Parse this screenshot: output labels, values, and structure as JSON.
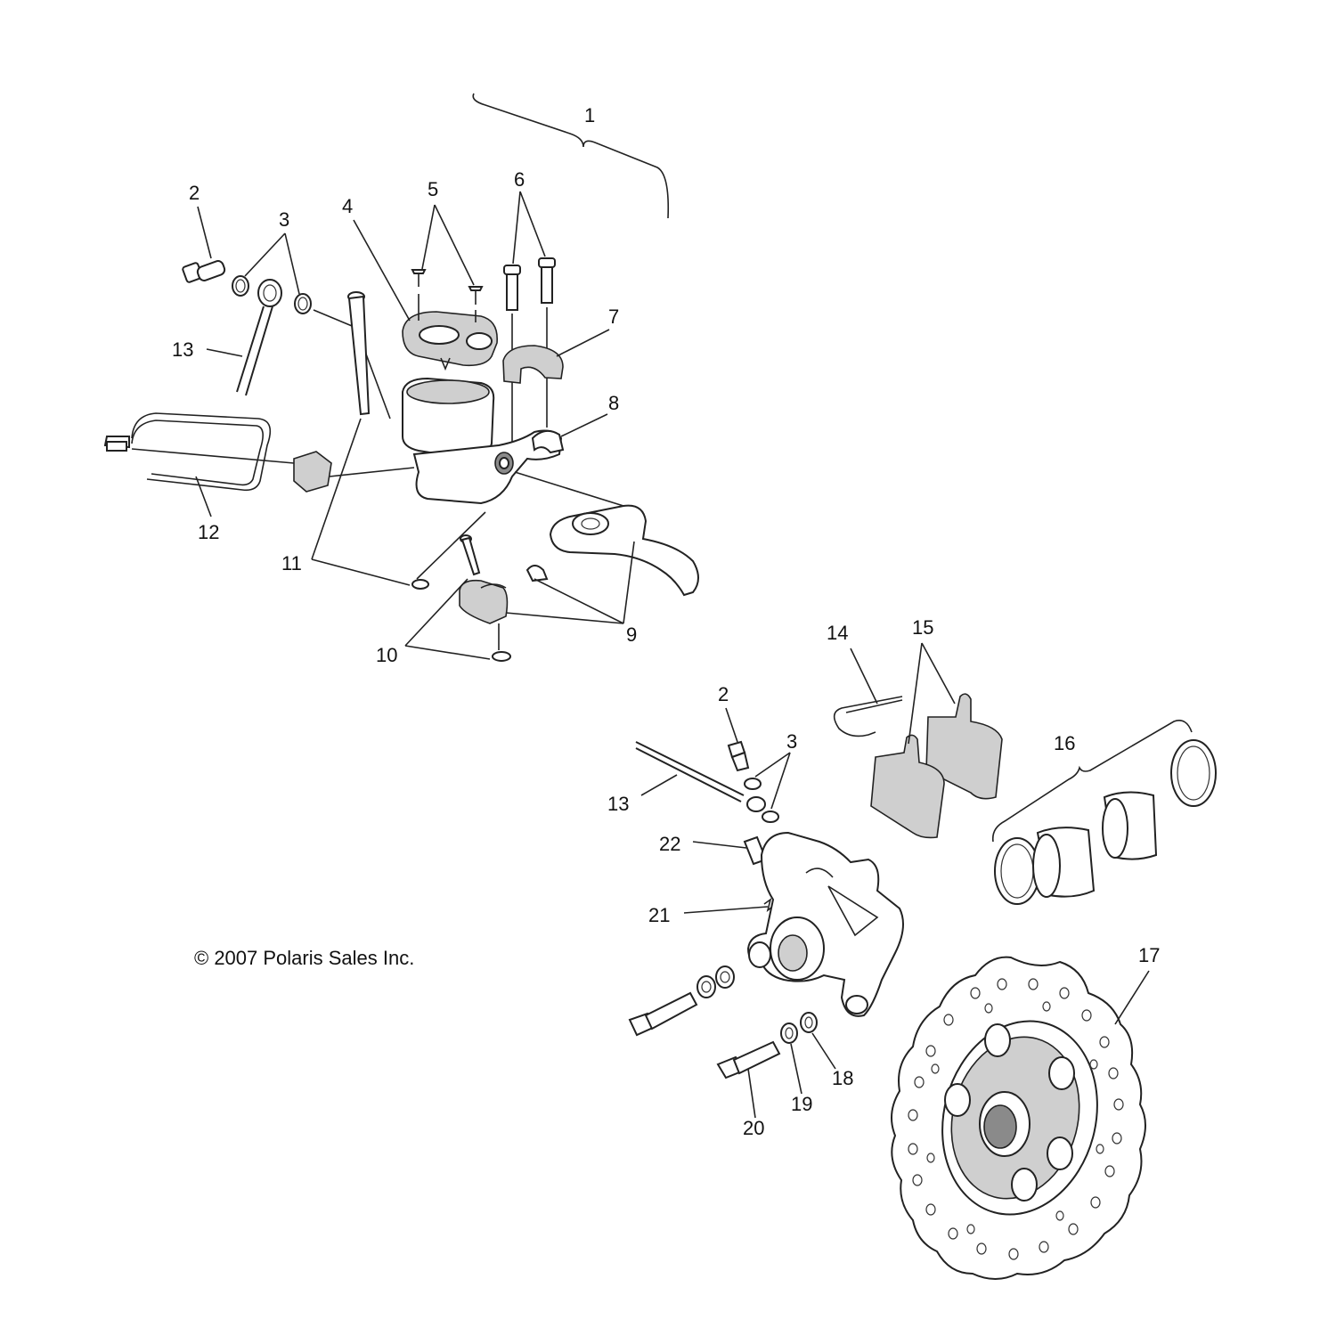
{
  "copyright": "© 2007 Polaris Sales Inc.",
  "callouts": {
    "c1": "1",
    "c2a": "2",
    "c3a": "3",
    "c4": "4",
    "c5": "5",
    "c6": "6",
    "c7": "7",
    "c8": "8",
    "c9": "9",
    "c10": "10",
    "c11": "11",
    "c12": "12",
    "c13a": "13",
    "c2b": "2",
    "c3b": "3",
    "c13b": "13",
    "c14": "14",
    "c15": "15",
    "c16": "16",
    "c17": "17",
    "c18": "18",
    "c19": "19",
    "c20": "20",
    "c21": "21",
    "c22": "22"
  }
}
